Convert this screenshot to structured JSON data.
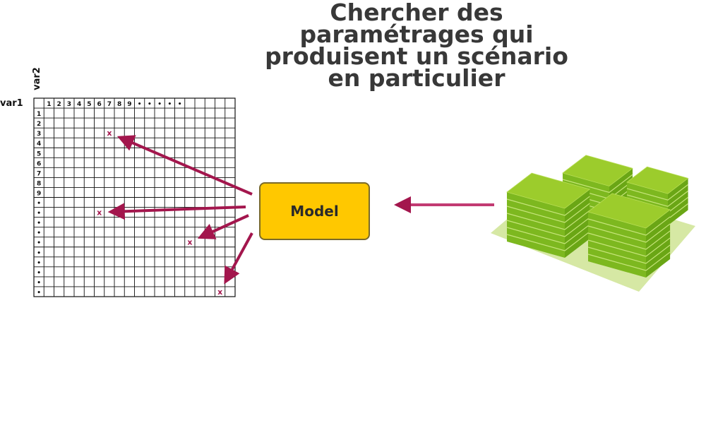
{
  "title": {
    "lines": [
      "Chercher des",
      "paramétrages qui",
      "produisent un scénario",
      "en particulier"
    ]
  },
  "grid": {
    "x_axis_label": "var2",
    "y_axis_label": "var1",
    "column_headers": [
      "1",
      "2",
      "3",
      "4",
      "5",
      "6",
      "7",
      "8",
      "9",
      "•",
      "•",
      "•",
      "•",
      "•",
      "",
      "",
      "",
      "",
      "",
      ""
    ],
    "row_headers": [
      "1",
      "2",
      "3",
      "4",
      "5",
      "6",
      "7",
      "8",
      "9",
      "•",
      "•",
      "•",
      "•",
      "•",
      "•",
      "•",
      "•",
      "•",
      "•"
    ],
    "marker_symbol": "x",
    "marked_cells": [
      {
        "row": 3,
        "col": 7
      },
      {
        "row": 11,
        "col": 6
      },
      {
        "row": 14,
        "col": 15
      },
      {
        "row": 19,
        "col": 18
      }
    ]
  },
  "model": {
    "label": "Model"
  },
  "colors": {
    "arrow": "#a3164d",
    "model_fill": "#ffc800",
    "building_top": "#9ccc2c",
    "building_side": "#7db81f",
    "ground": "#d6e8a4",
    "title": "#383838"
  },
  "icons": {
    "city": "green-buildings-icon"
  }
}
